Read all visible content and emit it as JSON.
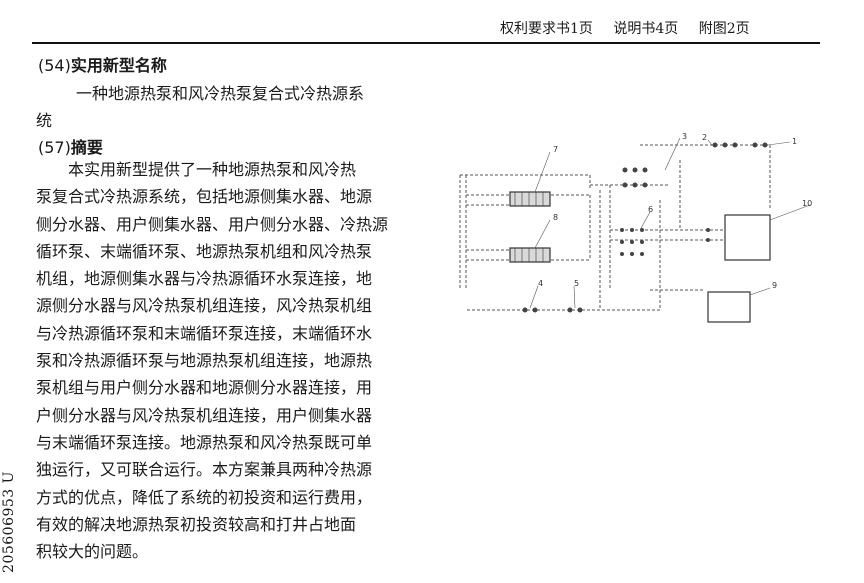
{
  "header": {
    "tabs": [
      "权利要求书1页",
      "说明书4页",
      "附图2页"
    ]
  },
  "section54": {
    "number": "(54)",
    "label": "实用新型名称",
    "title_lines": [
      "一种地源热泵和风冷热泵复合式冷热源系",
      "统"
    ]
  },
  "section57": {
    "number": "(57)",
    "label": "摘要",
    "abstract_lines": [
      "　　本实用新型提供了一种地源热泵和风冷热",
      "泵复合式冷热源系统，包括地源侧集水器、地源",
      "侧分水器、用户侧集水器、用户侧分水器、冷热源",
      "循环泵、末端循环泵、地源热泵机组和风冷热泵",
      "机组，地源侧集水器与冷热源循环水泵连接，地",
      "源侧分水器与风冷热泵机组连接，风冷热泵机组",
      "与冷热源循环泵和末端循环泵连接，末端循环水",
      "泵和冷热源循环泵与地源热泵机组连接，地源热",
      "泵机组与用户侧分水器和地源侧分水器连接，用",
      "户侧分水器与风冷热泵机组连接，用户侧集水器",
      "与末端循环泵连接。地源热泵和风冷热泵既可单",
      "独运行，又可联合运行。本方案兼具两种冷热源",
      "方式的优点，降低了系统的初投资和运行费用，",
      "有效的解决地源热泵初投资较高和打井占地面",
      "积较大的问题。"
    ]
  },
  "side_code": "205606953 U",
  "figure": {
    "labels": [
      "1",
      "2",
      "3",
      "7",
      "8",
      "4",
      "5",
      "6",
      "10",
      "9"
    ]
  }
}
